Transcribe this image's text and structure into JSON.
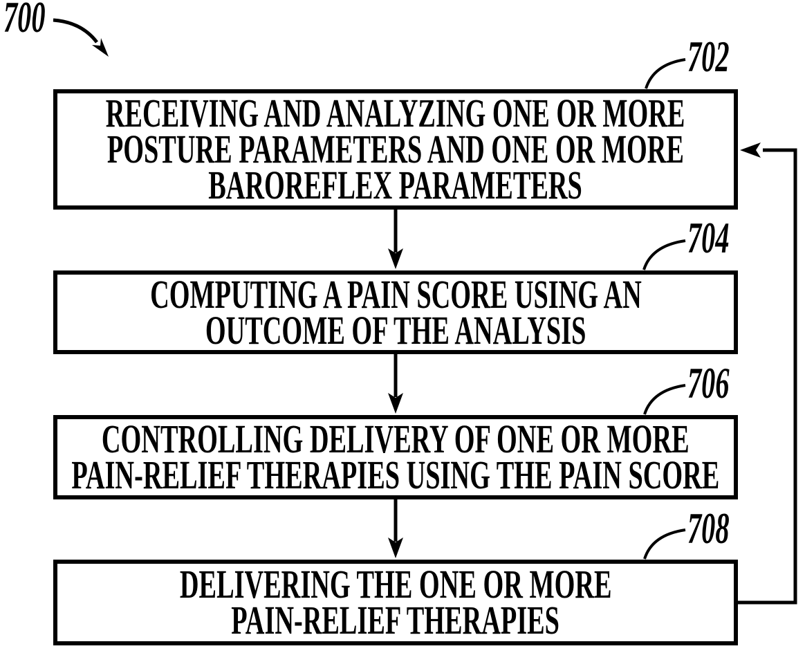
{
  "figure": {
    "reference_label": "700",
    "type": "flowchart",
    "colors": {
      "ink": "#000000",
      "background": "#ffffff"
    }
  },
  "flowchart": {
    "steps": [
      {
        "ref": "702",
        "lines": [
          "RECEIVING AND ANALYZING ONE OR MORE",
          "POSTURE PARAMETERS AND ONE OR MORE",
          "BAROREFLEX PARAMETERS"
        ]
      },
      {
        "ref": "704",
        "lines": [
          "COMPUTING A PAIN SCORE USING AN",
          "OUTCOME OF THE ANALYSIS"
        ]
      },
      {
        "ref": "706",
        "lines": [
          "CONTROLLING DELIVERY OF ONE OR MORE",
          "PAIN-RELIEF THERAPIES USING THE PAIN SCORE"
        ]
      },
      {
        "ref": "708",
        "lines": [
          "DELIVERING THE ONE OR MORE",
          "PAIN-RELIEF THERAPIES"
        ]
      }
    ],
    "connections": [
      {
        "from": "702",
        "to": "704",
        "style": "down-arrow"
      },
      {
        "from": "704",
        "to": "706",
        "style": "down-arrow"
      },
      {
        "from": "706",
        "to": "708",
        "style": "down-arrow"
      },
      {
        "from": "708",
        "to": "702",
        "style": "feedback-loop-right-side"
      }
    ]
  }
}
